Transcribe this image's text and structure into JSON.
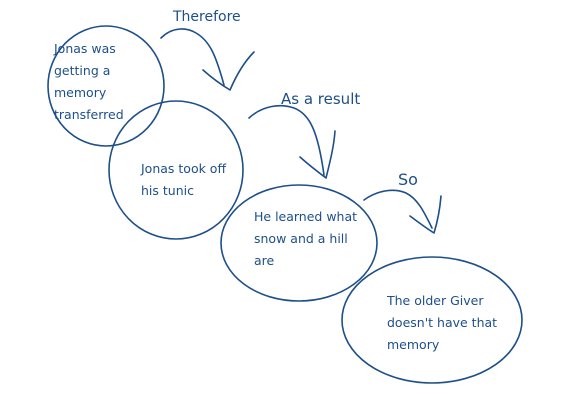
{
  "diagram": {
    "stroke_color": "#1d4f8a",
    "nodes": [
      {
        "id": "n1",
        "text": "Jonas was\ngetting a\nmemory\ntransferred"
      },
      {
        "id": "n2",
        "text": "Jonas took off\nhis tunic"
      },
      {
        "id": "n3",
        "text": "He learned what\nsnow and a hill\nare"
      },
      {
        "id": "n4",
        "text": "The older Giver\ndoesn't have that\nmemory"
      }
    ],
    "connectors": [
      {
        "from": "n1",
        "to": "n2",
        "label": "Therefore"
      },
      {
        "from": "n2",
        "to": "n3",
        "label": "As a result"
      },
      {
        "from": "n3",
        "to": "n4",
        "label": "So"
      }
    ]
  }
}
